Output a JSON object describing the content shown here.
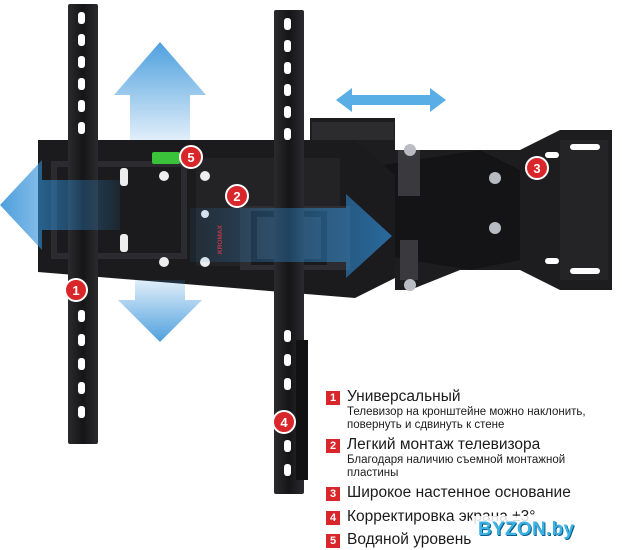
{
  "product": {
    "brand_logo_text": "KROMAX",
    "callout_numbers": [
      "1",
      "2",
      "3",
      "4",
      "5"
    ]
  },
  "features": [
    {
      "number": "1",
      "title": "Универсальный",
      "description": [
        "Телевизор на кронштейне можно наклонить,",
        "повернуть и сдвинуть к стене"
      ]
    },
    {
      "number": "2",
      "title": "Легкий монтаж телевизора",
      "description": [
        "Благодаря наличию съемной монтажной",
        "пластины"
      ]
    },
    {
      "number": "3",
      "title": "Широкое настенное основание",
      "description": []
    },
    {
      "number": "4",
      "title": "Корректировка экрана ±3°",
      "description": []
    },
    {
      "number": "5",
      "title": "Водяной уровень",
      "description": []
    }
  ],
  "watermark": {
    "text": "BYZON.by"
  },
  "colors": {
    "accent_red": "#d8262a",
    "arrow_blue": "#2f8fd8",
    "metal": "#1c1c1e",
    "level_green": "#3ac23a"
  }
}
